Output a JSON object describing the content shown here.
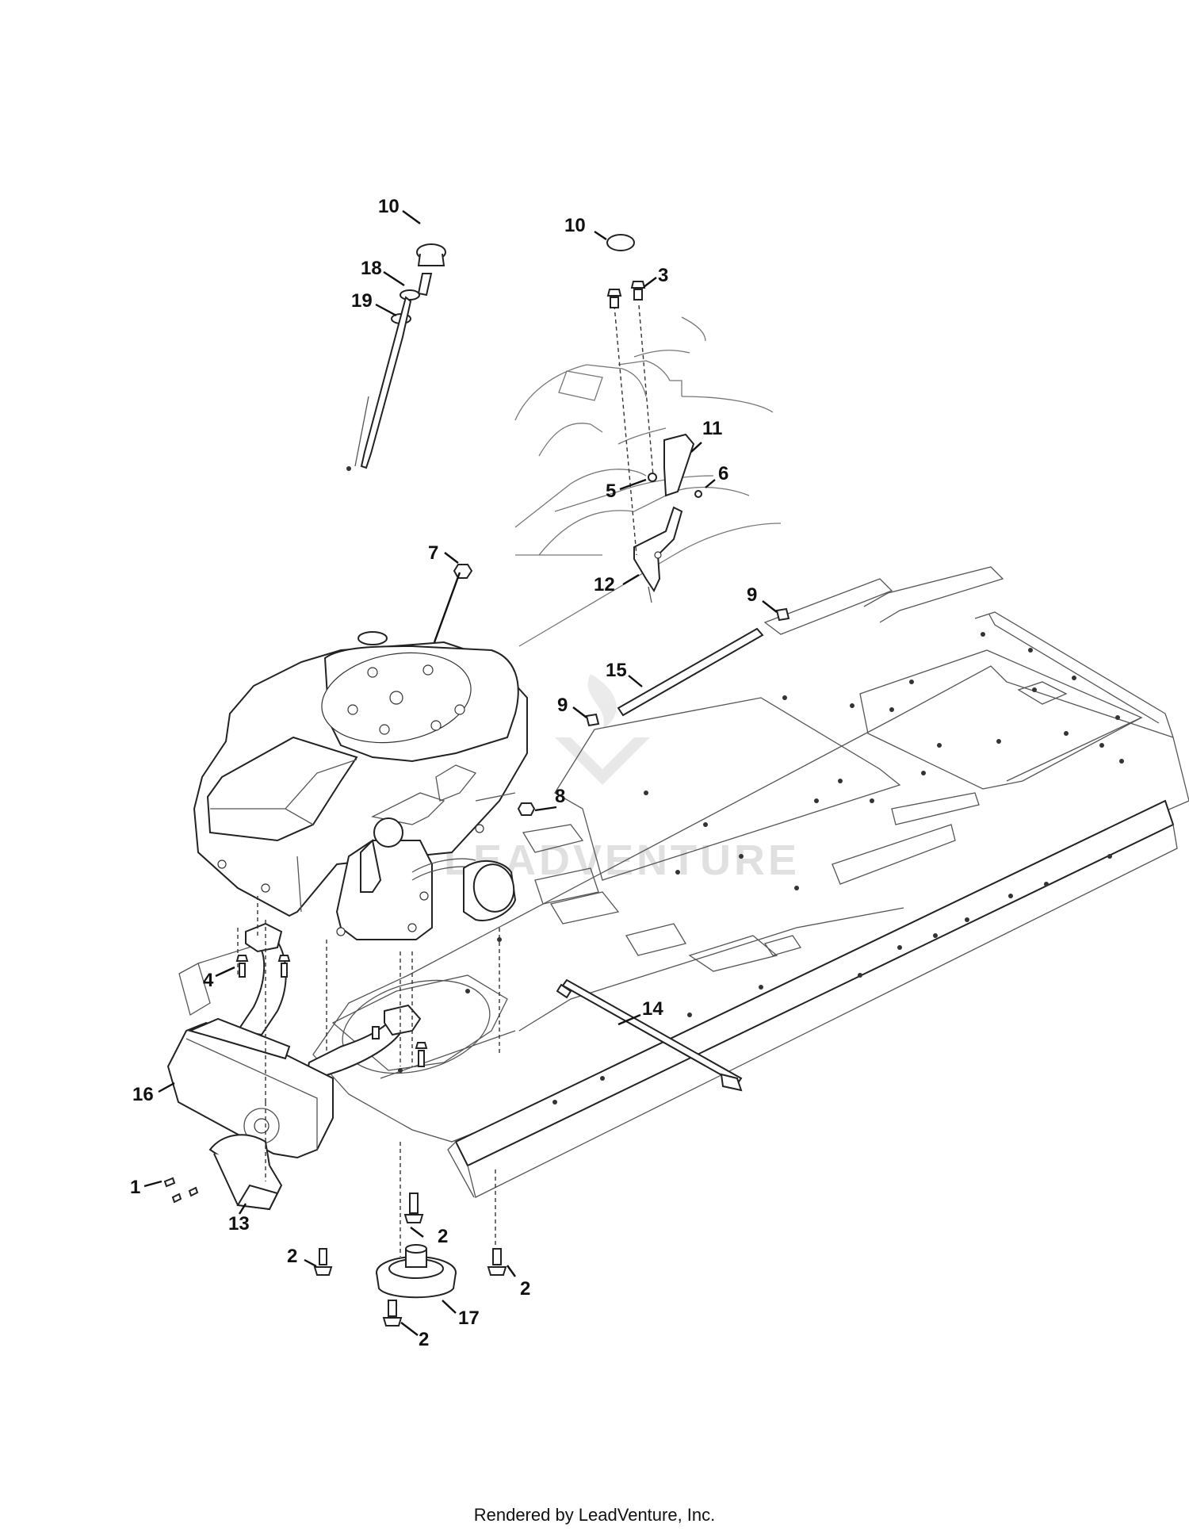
{
  "diagram": {
    "footer": "Rendered by LeadVenture, Inc.",
    "watermark": "LEADVENTURE",
    "callouts": {
      "c1": "1",
      "c2a": "2",
      "c2b": "2",
      "c2c": "2",
      "c2d": "2",
      "c3": "3",
      "c4": "4",
      "c5": "5",
      "c6": "6",
      "c7": "7",
      "c8": "8",
      "c9a": "9",
      "c9b": "9",
      "c10a": "10",
      "c10b": "10",
      "c11": "11",
      "c12": "12",
      "c13": "13",
      "c14": "14",
      "c15": "15",
      "c16": "16",
      "c17": "17",
      "c18": "18",
      "c19": "19"
    }
  }
}
